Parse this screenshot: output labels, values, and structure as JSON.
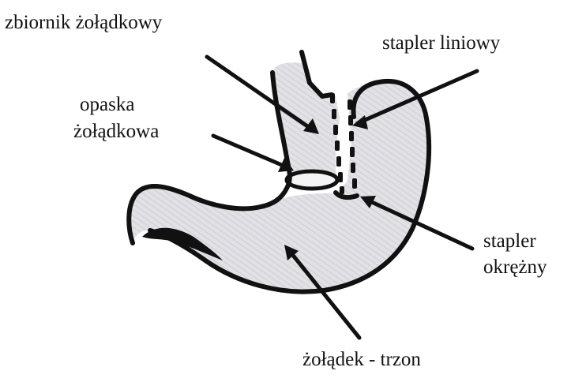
{
  "labels": {
    "gastric_pouch": "zbiornik żołądkowy",
    "linear_stapler": "stapler liniowy",
    "gastric_band_line1": "opaska",
    "gastric_band_line2": "żołądkowa",
    "circular_stapler_line1": "stapler",
    "circular_stapler_line2": "okrężny",
    "stomach_body": "żołądek - trzon"
  },
  "colors": {
    "outline": "#111111",
    "fill": "#e4e4e8",
    "background": "#ffffff"
  }
}
